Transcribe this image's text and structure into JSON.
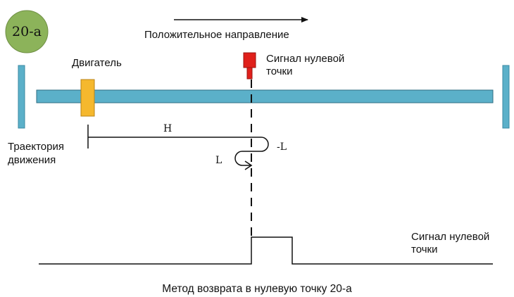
{
  "badge": {
    "label": "20-a",
    "color": "#8cb35a"
  },
  "direction": {
    "label": "Положительное направление"
  },
  "motor": {
    "label": "Двигатель",
    "color": "#f5b82e"
  },
  "sensor": {
    "label_line1": "Сигнал нулевой",
    "label_line2": "точки",
    "color": "#e0201b"
  },
  "rail": {
    "color": "#5bb0c9"
  },
  "trajectory": {
    "label_line1": "Траектория",
    "label_line2": "движения",
    "high_speed": "H",
    "reverse_low": "-L",
    "low_speed": "L"
  },
  "signal": {
    "label_line1": "Сигнал нулевой",
    "label_line2": "точки"
  },
  "caption": "Метод возврата в нулевую точку 20-a"
}
